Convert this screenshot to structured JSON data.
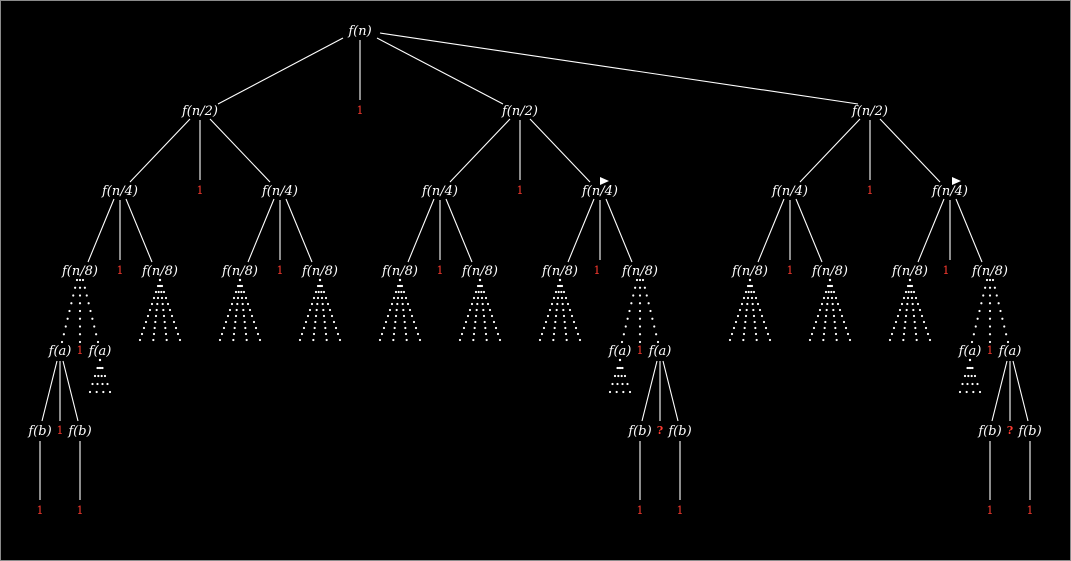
{
  "labels": {
    "root": "f(n)",
    "half": "f(n/2)",
    "quarter": "f(n/4)",
    "eighth": "f(n/8)",
    "a": "f(a)",
    "b": "f(b)",
    "one": "1",
    "unknown": "?"
  },
  "colors": {
    "background": "#000000",
    "node_text": "#ffffff",
    "leaf_value": "#ff3b30"
  }
}
